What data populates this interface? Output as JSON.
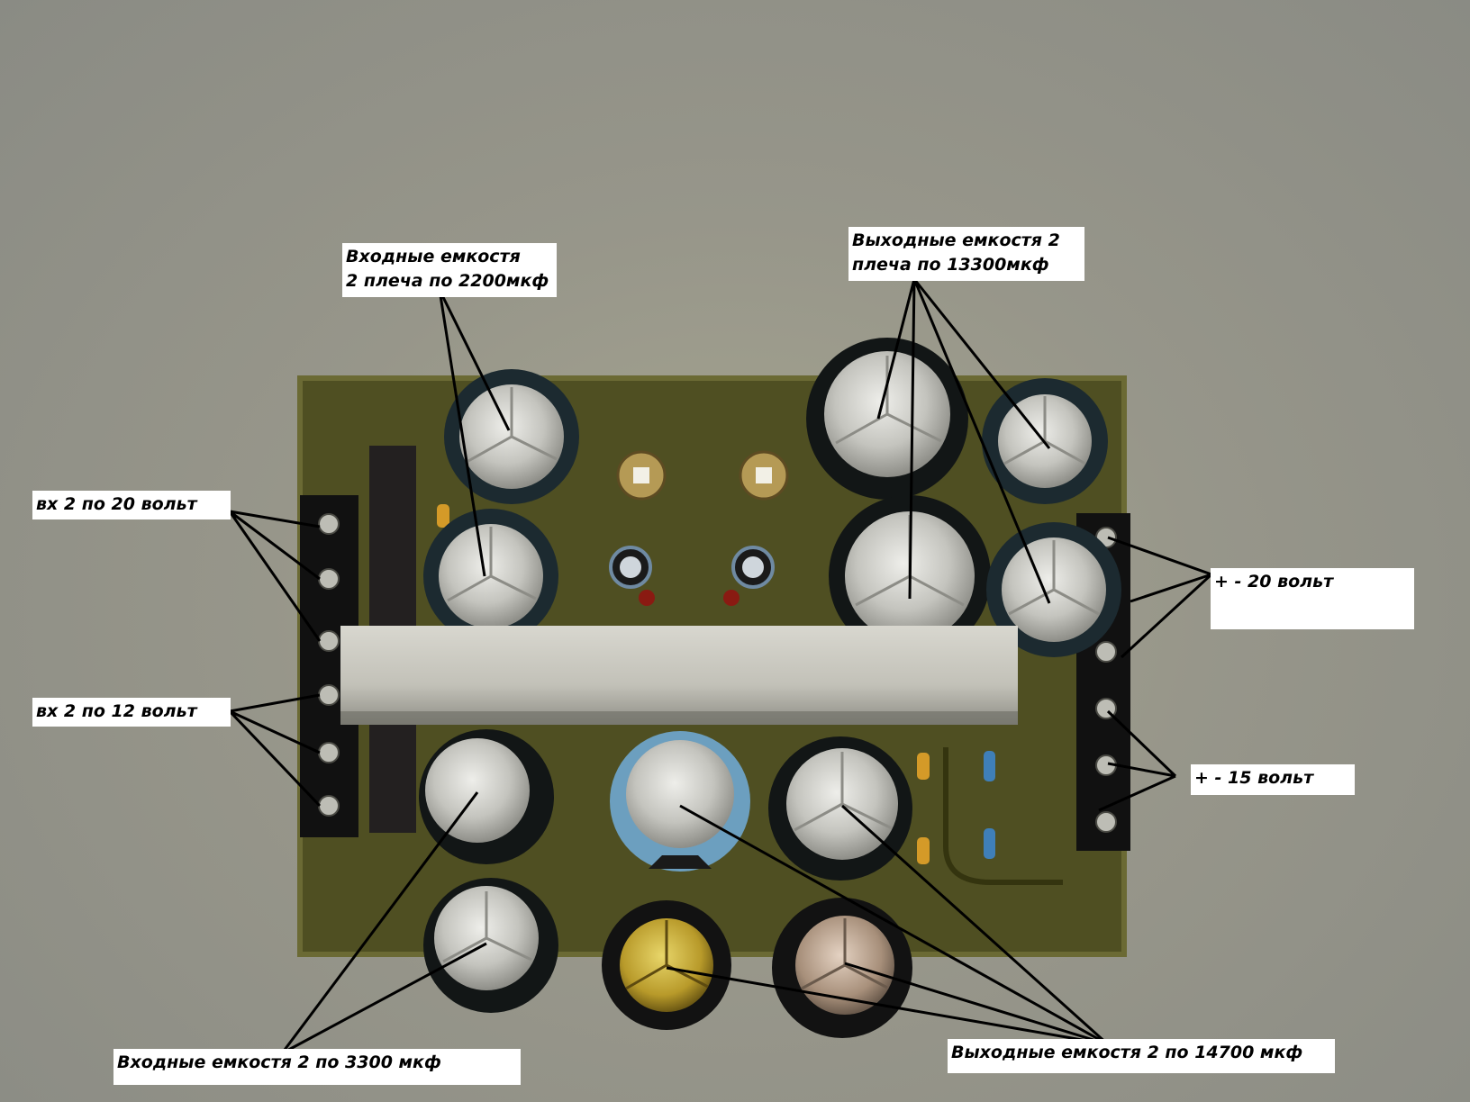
{
  "photo": {
    "subject": "power supply circuit board with capacitors, heatsink and screw terminals",
    "board_color": "#4f4f22",
    "heatsink_color": "#c7c6bd"
  },
  "labels": {
    "input_cap_2200": [
      "Входные емкостя",
      "2 плеча по 2200мкф"
    ],
    "output_cap_13300": [
      "Выходные емкостя 2",
      "плеча по 13300мкф"
    ],
    "in_20v": "вх 2 по 20 вольт",
    "in_12v": "вх 2 по 12 вольт",
    "out_20v": "+ - 20 вольт",
    "out_15v": "+ - 15 вольт",
    "input_cap_3300": "Входные емкостя 2 по 3300 мкф",
    "output_cap_14700": "Выходные емкостя 2 по 14700 мкф"
  }
}
